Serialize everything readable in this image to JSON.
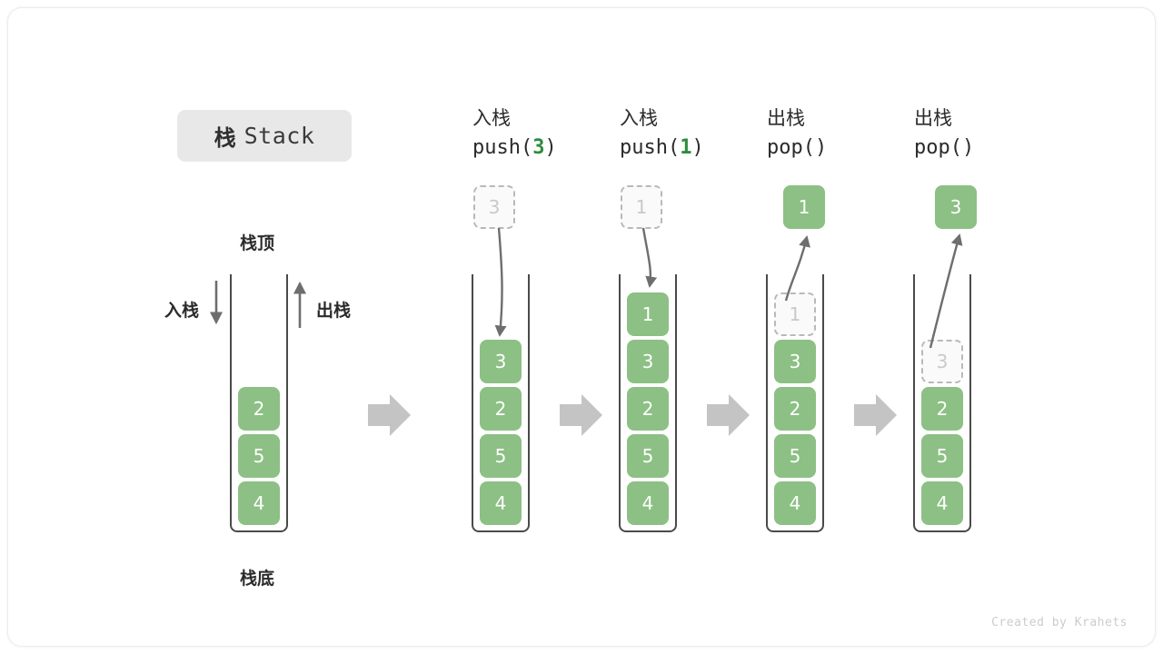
{
  "title": {
    "cjk": "栈",
    "latin": "Stack"
  },
  "labels": {
    "top": "栈顶",
    "bottom": "栈底",
    "push_side": "入栈",
    "pop_side": "出栈"
  },
  "colors": {
    "cell_fill": "#8cc084",
    "cell_text": "#ffffff",
    "ghost_fill": "#fafafa",
    "ghost_text": "#c9c9c9",
    "ghost_border": "#b9b9b9",
    "arrow_gray": "#c4c4c4",
    "stroke_gray": "#6e6e6e",
    "container_stroke": "#4a4a4a",
    "chip_bg": "#e8e8e8",
    "accent_green": "#2e8b3d"
  },
  "columns": [
    {
      "id": "initial",
      "head_line1": "",
      "head_line2": "",
      "head_arg": "",
      "floating": null,
      "stack": [
        "4",
        "5",
        "2"
      ],
      "ghost_in_stack": null
    },
    {
      "id": "push-3",
      "head_line1": "入栈",
      "head_line2_pre": "push(",
      "head_arg": "3",
      "head_line2_post": ")",
      "floating": {
        "value": "3",
        "style": "ghost"
      },
      "stack": [
        "4",
        "5",
        "2",
        "3"
      ],
      "ghost_in_stack": null
    },
    {
      "id": "push-1",
      "head_line1": "入栈",
      "head_line2_pre": "push(",
      "head_arg": "1",
      "head_line2_post": ")",
      "floating": {
        "value": "1",
        "style": "ghost"
      },
      "stack": [
        "4",
        "5",
        "2",
        "3",
        "1"
      ],
      "ghost_in_stack": null
    },
    {
      "id": "pop-1",
      "head_line1": "出栈",
      "head_line2_pre": "pop(",
      "head_arg": "",
      "head_line2_post": ")",
      "floating": {
        "value": "1",
        "style": "filled"
      },
      "stack": [
        "4",
        "5",
        "2",
        "3"
      ],
      "ghost_in_stack": "1"
    },
    {
      "id": "pop-3",
      "head_line1": "出栈",
      "head_line2_pre": "pop(",
      "head_arg": "",
      "head_line2_post": ")",
      "floating": {
        "value": "3",
        "style": "filled"
      },
      "stack": [
        "4",
        "5",
        "2"
      ],
      "ghost_in_stack": "3"
    }
  ],
  "footer": "Created by Krahets"
}
